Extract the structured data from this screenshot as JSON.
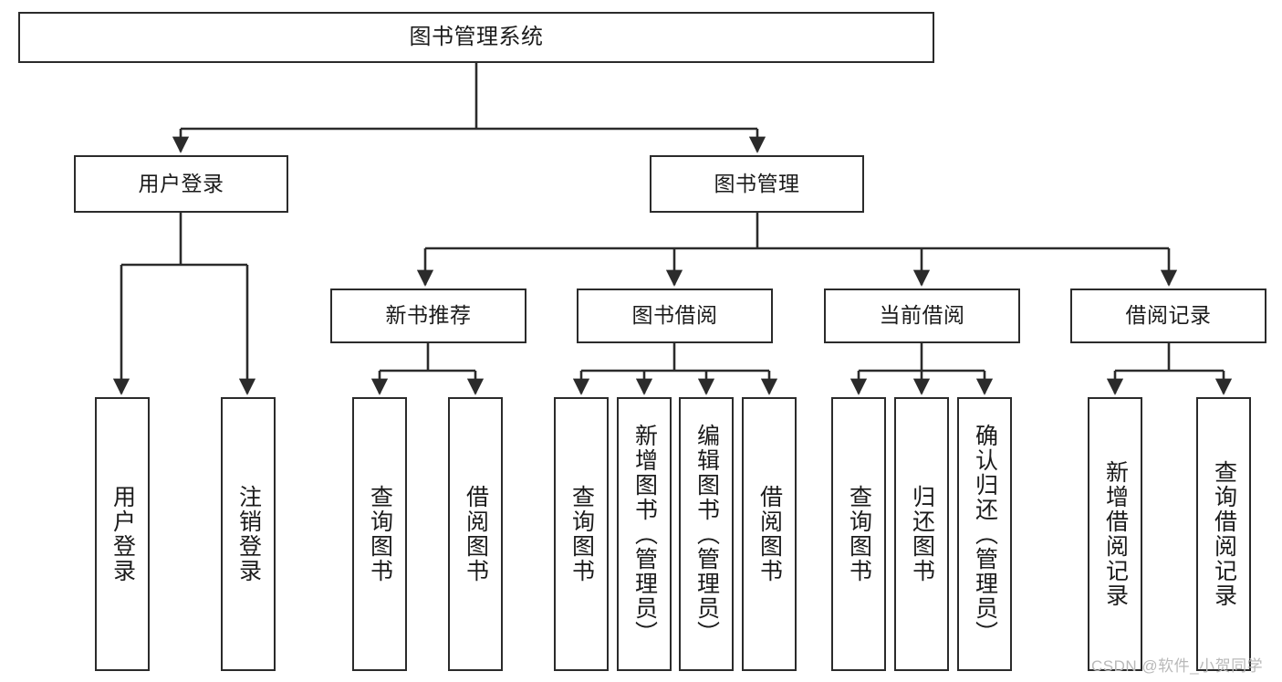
{
  "diagram": {
    "title": "图书管理系统",
    "type": "tree",
    "orientation": "top-down",
    "colors": {
      "box_border": "#2b2b2b",
      "box_fill": "#ffffff",
      "edge": "#2b2b2b",
      "text": "#1b1b1b",
      "watermark": "#b9b9b9",
      "background": "#ffffff"
    },
    "watermark": "CSDN @软件_小贺同学"
  },
  "nodes": {
    "root": {
      "label": "图书管理系统",
      "level": 0
    },
    "level1": [
      {
        "id": "user_login",
        "label": "用户登录",
        "level": 1
      },
      {
        "id": "book_manage",
        "label": "图书管理",
        "level": 1
      }
    ],
    "level2": [
      {
        "id": "new_book_rec",
        "label": "新书推荐",
        "level": 2,
        "parent": "book_manage"
      },
      {
        "id": "book_borrow",
        "label": "图书借阅",
        "level": 2,
        "parent": "book_manage"
      },
      {
        "id": "current_borrow",
        "label": "当前借阅",
        "level": 2,
        "parent": "book_manage"
      },
      {
        "id": "borrow_record",
        "label": "借阅记录",
        "level": 2,
        "parent": "book_manage"
      }
    ],
    "leaves": [
      {
        "id": "leaf_user_login",
        "label": "用户登录",
        "parent": "user_login"
      },
      {
        "id": "leaf_logout",
        "label": "注销登录",
        "parent": "user_login"
      },
      {
        "id": "leaf_query_book_1",
        "label": "查询图书",
        "parent": "new_book_rec"
      },
      {
        "id": "leaf_borrow_book_1",
        "label": "借阅图书",
        "parent": "new_book_rec"
      },
      {
        "id": "leaf_query_book_2",
        "label": "查询图书",
        "parent": "book_borrow"
      },
      {
        "id": "leaf_add_book",
        "label": "新增图书（管理员）",
        "parent": "book_borrow"
      },
      {
        "id": "leaf_edit_book",
        "label": "编辑图书（管理员）",
        "parent": "book_borrow"
      },
      {
        "id": "leaf_borrow_book_2",
        "label": "借阅图书",
        "parent": "book_borrow"
      },
      {
        "id": "leaf_query_book_3",
        "label": "查询图书",
        "parent": "current_borrow"
      },
      {
        "id": "leaf_return_book",
        "label": "归还图书",
        "parent": "current_borrow"
      },
      {
        "id": "leaf_confirm_return",
        "label": "确认归还（管理员）",
        "parent": "current_borrow"
      },
      {
        "id": "leaf_add_record",
        "label": "新增借阅记录",
        "parent": "borrow_record"
      },
      {
        "id": "leaf_query_record",
        "label": "查询借阅记录",
        "parent": "borrow_record"
      }
    ]
  }
}
